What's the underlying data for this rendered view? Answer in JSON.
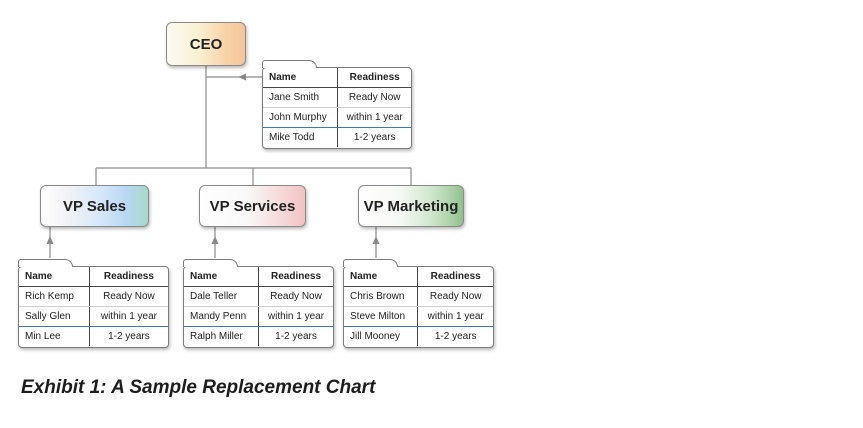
{
  "caption": "Exhibit 1: A Sample Replacement Chart",
  "columns": {
    "name": "Name",
    "readiness": "Readiness"
  },
  "ceo": {
    "title": "CEO",
    "candidates": [
      {
        "name": "Jane Smith",
        "readiness": "Ready Now"
      },
      {
        "name": "John Murphy",
        "readiness": "within 1 year"
      },
      {
        "name": "Mike Todd",
        "readiness": "1-2 years"
      }
    ]
  },
  "vps": [
    {
      "title": "VP Sales",
      "candidates": [
        {
          "name": "Rich Kemp",
          "readiness": "Ready Now"
        },
        {
          "name": "Sally Glen",
          "readiness": "within 1 year"
        },
        {
          "name": "Min Lee",
          "readiness": "1-2 years"
        }
      ]
    },
    {
      "title": "VP Services",
      "candidates": [
        {
          "name": "Dale Teller",
          "readiness": "Ready Now"
        },
        {
          "name": "Mandy Penn",
          "readiness": "within 1 year"
        },
        {
          "name": "Ralph Miller",
          "readiness": "1-2 years"
        }
      ]
    },
    {
      "title": "VP Marketing",
      "candidates": [
        {
          "name": "Chris Brown",
          "readiness": "Ready Now"
        },
        {
          "name": "Steve Milton",
          "readiness": "within 1 year"
        },
        {
          "name": "Jill Mooney",
          "readiness": "1-2 years"
        }
      ]
    }
  ]
}
